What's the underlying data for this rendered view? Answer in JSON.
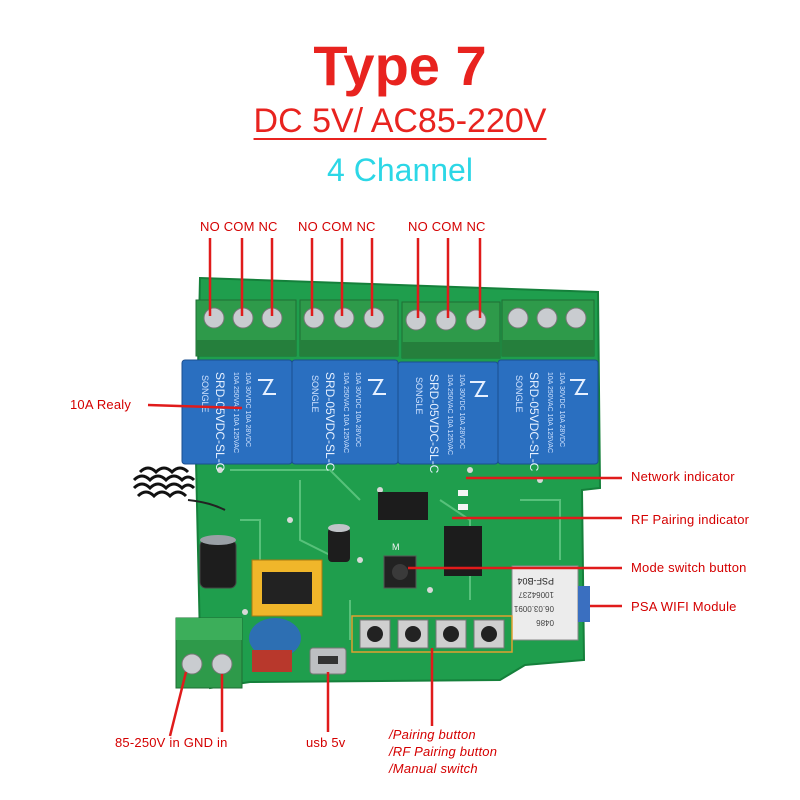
{
  "header": {
    "title": "Type 7",
    "voltage": "DC 5V/ AC85-220V",
    "channels": "4 Channel"
  },
  "terminals": {
    "group1": "NO COM NC",
    "group2": "NO COM NC",
    "group3": "NO COM NC"
  },
  "callouts": {
    "relay": "10A Realy",
    "network": "Network  indicator",
    "rf_pairing": "RF Pairing indicator",
    "mode_switch": "Mode switch button",
    "wifi_module": "PSA WIFI Module",
    "power_in": "85-250V in  GND in",
    "usb": "usb 5v",
    "buttons_line1": "/Pairing button",
    "buttons_line2": "/RF Pairing button",
    "buttons_line3": "/Manual switch"
  },
  "relay_text": {
    "brand": "SONGLE",
    "model": "SRD-05VDC-SL-C",
    "rating1": "10A 250VAC  10A 125VAC",
    "rating2": "10A 30VDC  10A 28VDC"
  },
  "module_text": {
    "model": "PSF-B04",
    "line": "10064237",
    "date": "06.03.0091",
    "code": "0486"
  },
  "board_marks": {
    "mode_key": "M"
  },
  "colors": {
    "label_red": "#d40000",
    "title_red": "#e8231f",
    "channel_cyan": "#2cd7e6",
    "pcb_green": "#1f9e4d",
    "relay_blue": "#2a6fc0",
    "terminal_green": "#2e9a4a"
  }
}
